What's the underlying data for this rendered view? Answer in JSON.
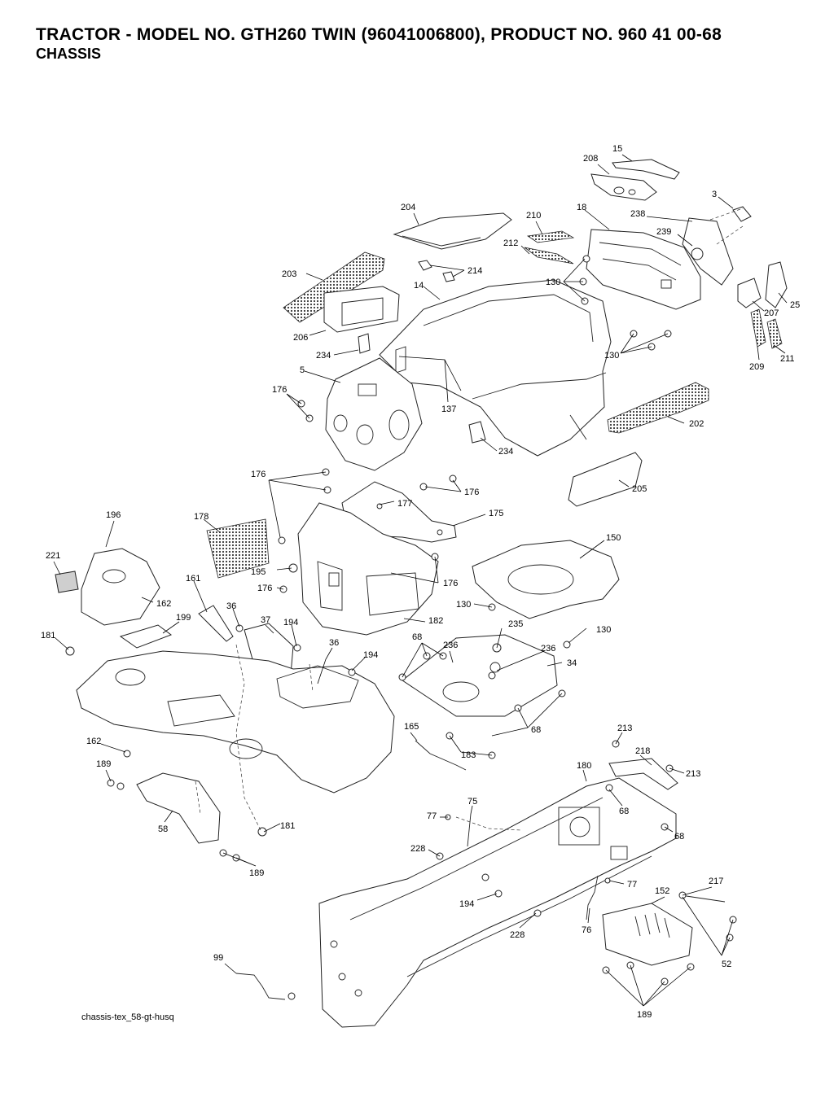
{
  "header": {
    "title": "TRACTOR - MODEL NO. GTH260 TWIN (96041006800), PRODUCT NO. 960 41 00-68",
    "subtitle": "CHASSIS"
  },
  "caption": "chassis-tex_58-gt-husq",
  "callouts": {
    "c15": "15",
    "c208": "208",
    "c3": "3",
    "c204": "204",
    "c18": "18",
    "c238": "238",
    "c210": "210",
    "c239": "239",
    "c212": "212",
    "c214": "214",
    "c203": "203",
    "c14": "14",
    "c130a": "130",
    "c25": "25",
    "c207": "207",
    "c206": "206",
    "c234a": "234",
    "c130b": "130",
    "c211": "211",
    "c209": "209",
    "c5": "5",
    "c176a": "176",
    "c137": "137",
    "c202": "202",
    "c234b": "234",
    "c176b": "176",
    "c176c": "176",
    "c205": "205",
    "c177": "177",
    "c175": "175",
    "c196": "196",
    "c178": "178",
    "c150": "150",
    "c221": "221",
    "c161": "161",
    "c195": "195",
    "c176d": "176",
    "c176e": "176",
    "c162a": "162",
    "c36a": "36",
    "c130c": "130",
    "c199": "199",
    "c37": "37",
    "c194a": "194",
    "c182": "182",
    "c235": "235",
    "c130d": "130",
    "c181a": "181",
    "c36b": "36",
    "c68a": "68",
    "c236a": "236",
    "c194b": "194",
    "c236b": "236",
    "c34": "34",
    "c165": "165",
    "c68b": "68",
    "c162b": "162",
    "c183": "183",
    "c213a": "213",
    "c218": "218",
    "c189a": "189",
    "c180": "180",
    "c213b": "213",
    "c75": "75",
    "c77a": "77",
    "c68c": "68",
    "c58": "58",
    "c181b": "181",
    "c68d": "68",
    "c228a": "228",
    "c189b": "189",
    "c77b": "77",
    "c217": "217",
    "c152": "152",
    "c194c": "194",
    "c76": "76",
    "c228b": "228",
    "c52": "52",
    "c99": "99",
    "c189c": "189"
  }
}
